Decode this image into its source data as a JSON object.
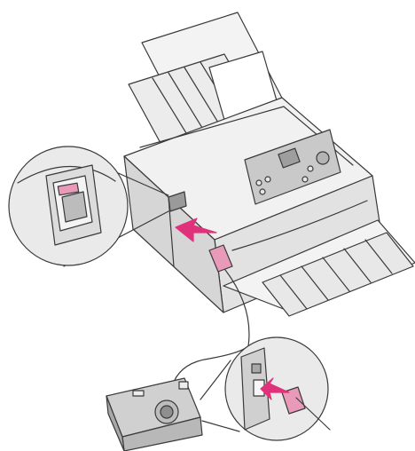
{
  "figure": {
    "description_label": "",
    "parts": [
      "printer",
      "paper-support",
      "paper-sheet",
      "control-panel",
      "lcd-screen",
      "output-tray",
      "usb-port-zoom",
      "usb-cable",
      "camera",
      "camera-port-zoom",
      "insert-arrow-printer",
      "insert-arrow-camera"
    ]
  },
  "colors": {
    "line": "#3a3a3a",
    "printer_body": "#ececec",
    "printer_shade": "#d6d6d6",
    "panel": "#c9c9c9",
    "arrow": "#e0327a",
    "plug": "#e89ab8",
    "camera": "#bdbdbd",
    "zoom_fill": "#e9e9e9"
  }
}
